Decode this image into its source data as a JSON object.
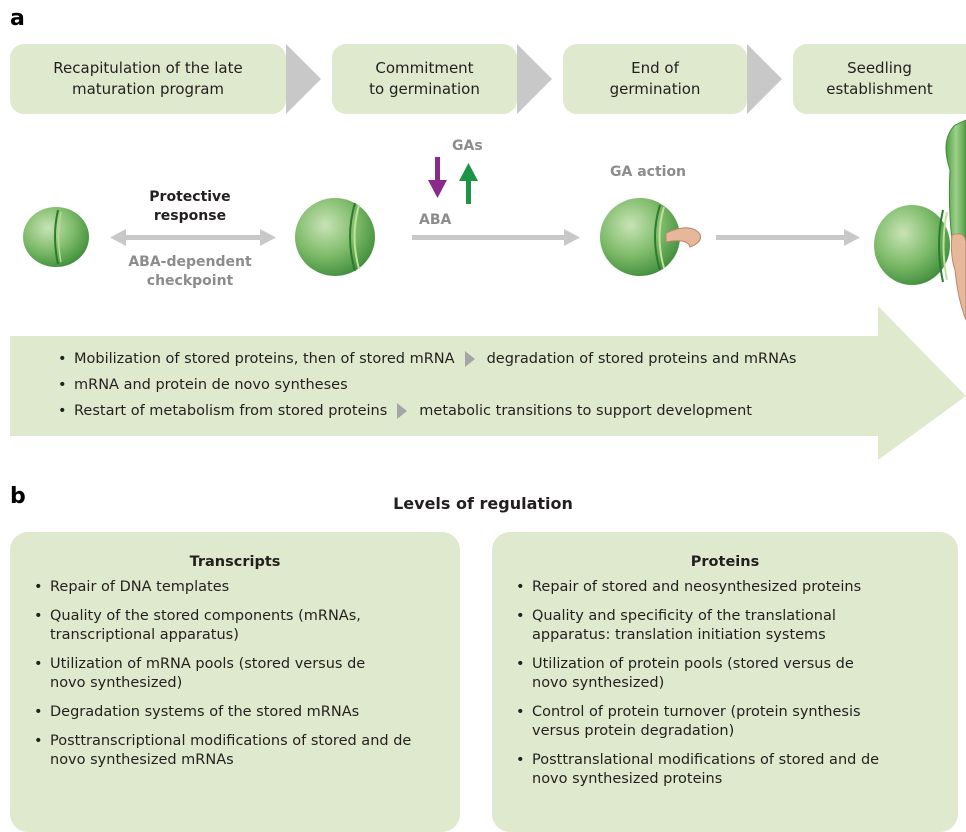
{
  "panel_a": {
    "letter": "a",
    "stages": [
      "Recapitulation of the late\nmaturation program",
      "Commitment\nto germination",
      "End of\ngermination",
      "Seedling\nestablishment"
    ],
    "protective_response": "Protective\nresponse",
    "checkpoint": "ABA-dependent\ncheckpoint",
    "gas": "GAs",
    "aba": "ABA",
    "ga_action": "GA action",
    "processes": [
      {
        "text": "Mobilization of stored proteins, then of stored mRNA",
        "after": "degradation of stored proteins and mRNAs"
      },
      {
        "text": "mRNA and protein de novo syntheses",
        "after": ""
      },
      {
        "text": "Restart of metabolism from stored proteins",
        "after": "metabolic transitions to support development"
      }
    ],
    "colors": {
      "stage_fill": "#dfe9cd",
      "arrow_grey": "#c8c8c8",
      "seed_green": "#6db360",
      "aba_arrow": "#8a2b8c",
      "ga_arrow": "#1b9446",
      "radicle": "#e6b79a"
    }
  },
  "panel_b": {
    "letter": "b",
    "title": "Levels of regulation",
    "transcripts": {
      "title": "Transcripts",
      "items": [
        "Repair of DNA templates",
        "Quality of the stored components (mRNAs, transcriptional apparatus)",
        "Utilization of mRNA pools (stored versus de novo synthesized)",
        "Degradation systems of the stored mRNAs",
        "Posttranscriptional modifications of stored and de novo synthesized mRNAs"
      ]
    },
    "proteins": {
      "title": "Proteins",
      "items": [
        "Repair of stored and neosynthesized proteins",
        "Quality and specificity of the translational apparatus: translation initiation systems",
        "Utilization of protein pools (stored versus de novo synthesized)",
        "Control of protein turnover (protein synthesis versus protein degradation)",
        "Posttranslational modifications of stored and de novo synthesized proteins"
      ]
    }
  }
}
